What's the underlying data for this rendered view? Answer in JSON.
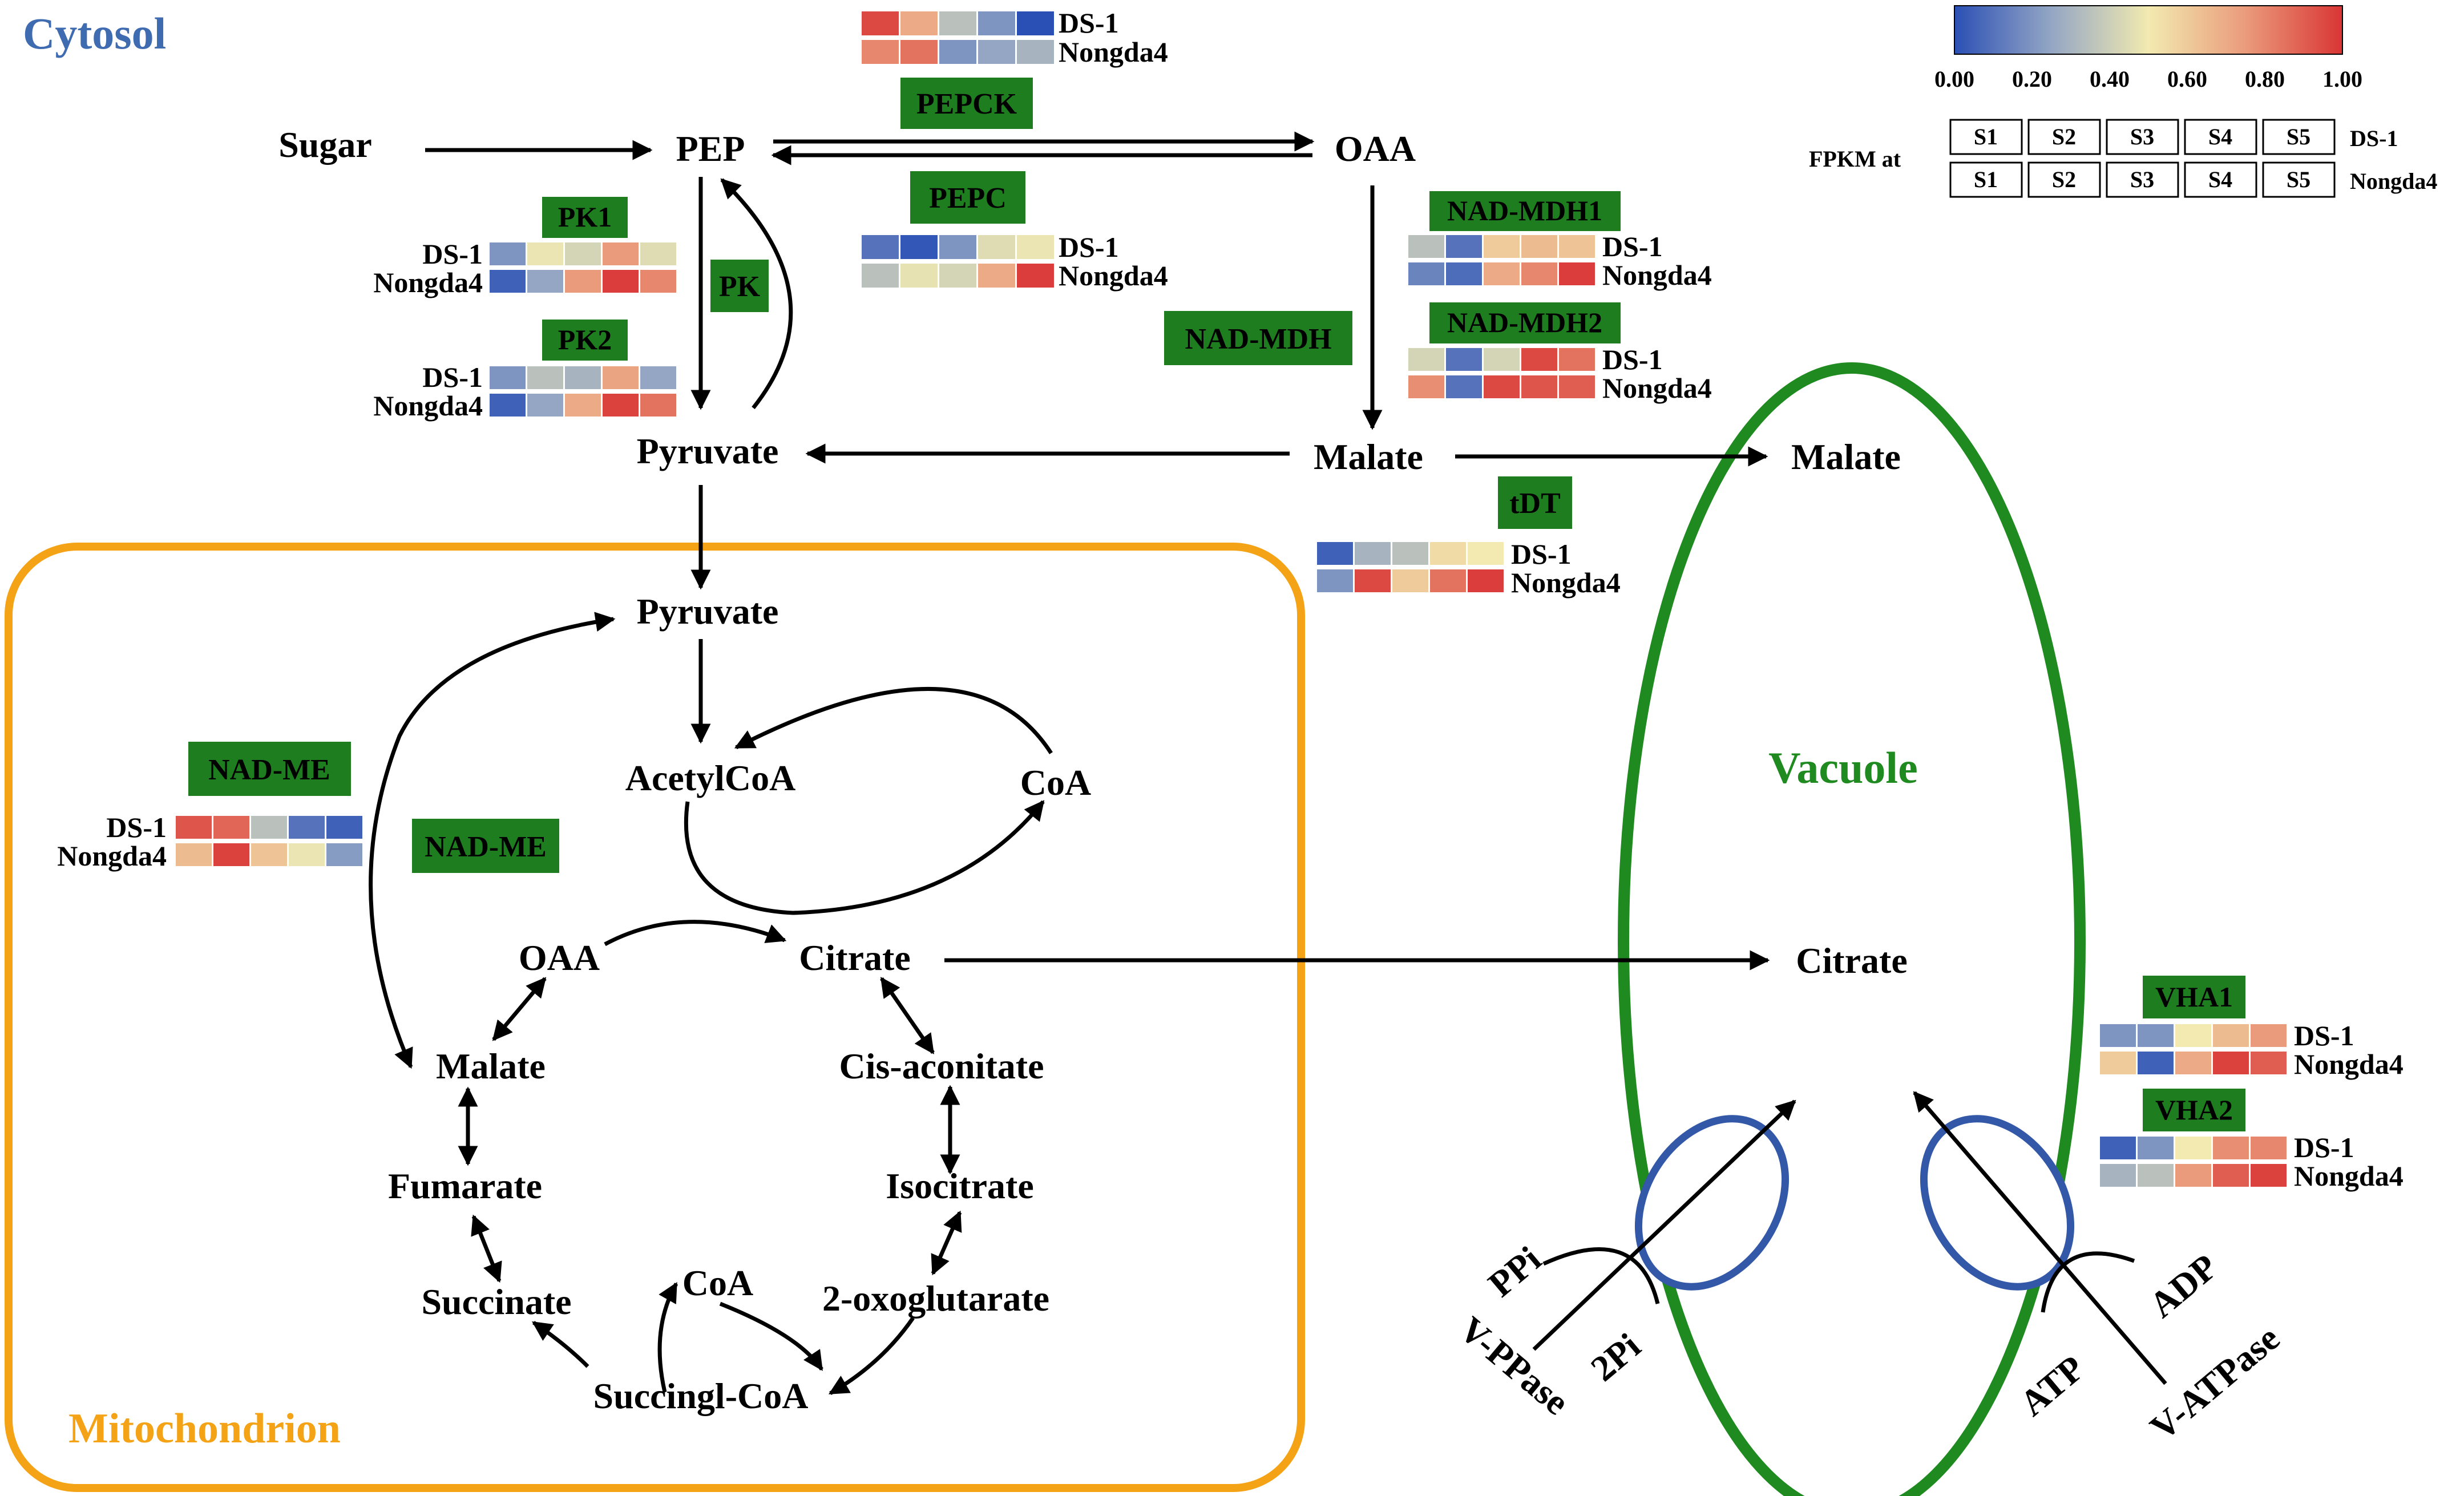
{
  "colors": {
    "enzyme_box": "#1e7d1e",
    "mito_border": "#f5a316",
    "vacuole_border": "#1f8a1f",
    "transporter": "#3358a8",
    "cytosol_text": "#3f6cb0",
    "mito_text": "#f5a316",
    "vacuole_text": "#1f8a1f",
    "scale_stops": [
      "#2b50b5",
      "#94a6c4",
      "#f2eab0",
      "#ea9b7b",
      "#d93535"
    ]
  },
  "compartments": {
    "cytosol": "Cytosol",
    "mitochondrion": "Mitochondrion",
    "vacuole": "Vacuole"
  },
  "legend": {
    "ticks": [
      "0.00",
      "0.20",
      "0.40",
      "0.60",
      "0.80",
      "1.00"
    ],
    "fpkm_label": "FPKM at",
    "stages": [
      "S1",
      "S2",
      "S3",
      "S4",
      "S5"
    ],
    "row_labels": [
      "DS-1",
      "Nongda4"
    ]
  },
  "metabolites": {
    "sugar": "Sugar",
    "pep": "PEP",
    "oaa_cyto": "OAA",
    "pyruvate_cyto": "Pyruvate",
    "malate_cyto": "Malate",
    "malate_vac": "Malate",
    "pyruvate_mito": "Pyruvate",
    "acetylcoa": "AcetylCoA",
    "coa_top": "CoA",
    "oaa_mito": "OAA",
    "citrate_mito": "Citrate",
    "malate_mito": "Malate",
    "cis_aconitate": "Cis-aconitate",
    "fumarate": "Fumarate",
    "isocitrate": "Isocitrate",
    "succinate": "Succinate",
    "coa_bottom": "CoA",
    "oxoglutarate": "2-oxoglutarate",
    "succinyl_coa": "Succingl-CoA",
    "citrate_vac": "Citrate",
    "ppi": "PPi",
    "two_pi": "2Pi",
    "v_ppase": "V-PPase",
    "atp": "ATP",
    "adp": "ADP",
    "v_atpase": "V-ATPase"
  },
  "enzymes": {
    "pepck": "PEPCK",
    "pepc": "PEPC",
    "pk_main": "PK",
    "pk1": "PK1",
    "pk2": "PK2",
    "nad_mdh": "NAD-MDH",
    "nad_mdh1": "NAD-MDH1",
    "nad_mdh2": "NAD-MDH2",
    "tdt": "tDT",
    "nad_me_left": "NAD-ME",
    "nad_me_mid": "NAD-ME",
    "vha1": "VHA1",
    "vha2": "VHA2"
  },
  "heatmaps": {
    "pepck": {
      "ds1": [
        0.95,
        0.7,
        0.35,
        0.2,
        0.0
      ],
      "nongda4": [
        0.8,
        0.85,
        0.2,
        0.25,
        0.3
      ]
    },
    "pepc": {
      "ds1": [
        0.1,
        0.02,
        0.2,
        0.45,
        0.48
      ],
      "nongda4": [
        0.35,
        0.47,
        0.42,
        0.7,
        0.98
      ]
    },
    "pk1": {
      "ds1": [
        0.2,
        0.48,
        0.42,
        0.75,
        0.45
      ],
      "nongda4": [
        0.05,
        0.25,
        0.75,
        0.98,
        0.8
      ]
    },
    "pk2": {
      "ds1": [
        0.2,
        0.35,
        0.3,
        0.72,
        0.25
      ],
      "nongda4": [
        0.05,
        0.25,
        0.7,
        0.97,
        0.85
      ]
    },
    "nad_mdh1": {
      "ds1": [
        0.35,
        0.1,
        0.6,
        0.65,
        0.62
      ],
      "nongda4": [
        0.15,
        0.08,
        0.7,
        0.8,
        0.98
      ]
    },
    "nad_mdh2": {
      "ds1": [
        0.42,
        0.1,
        0.42,
        0.95,
        0.85
      ],
      "nongda4": [
        0.78,
        0.1,
        0.95,
        0.92,
        0.9
      ]
    },
    "tdt": {
      "ds1": [
        0.05,
        0.3,
        0.35,
        0.55,
        0.5
      ],
      "nongda4": [
        0.2,
        0.95,
        0.6,
        0.85,
        0.98
      ]
    },
    "nad_me": {
      "ds1": [
        0.92,
        0.88,
        0.35,
        0.1,
        0.05
      ],
      "nongda4": [
        0.65,
        0.97,
        0.62,
        0.48,
        0.22
      ]
    },
    "vha1": {
      "ds1": [
        0.2,
        0.2,
        0.5,
        0.65,
        0.75
      ],
      "nongda4": [
        0.6,
        0.05,
        0.7,
        0.97,
        0.9
      ]
    },
    "vha2": {
      "ds1": [
        0.05,
        0.2,
        0.5,
        0.78,
        0.8
      ],
      "nongda4": [
        0.3,
        0.35,
        0.75,
        0.9,
        0.97
      ]
    }
  }
}
